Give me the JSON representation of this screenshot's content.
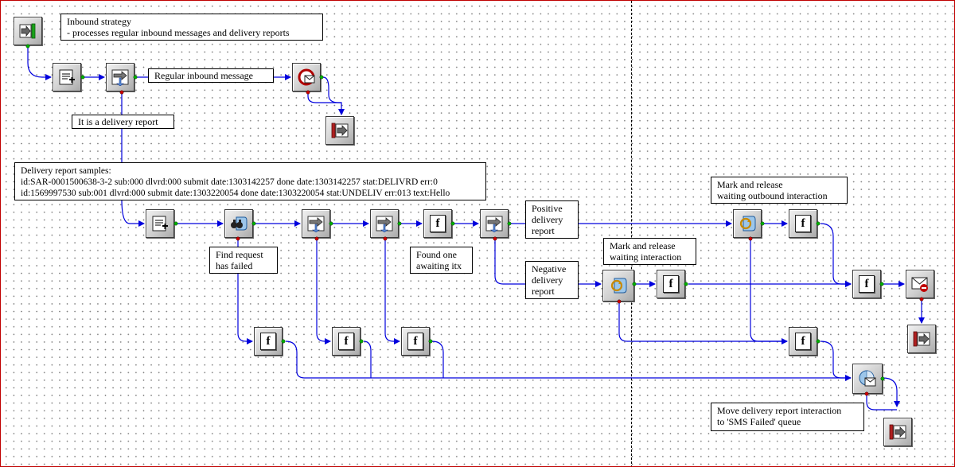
{
  "notes": {
    "strategy_title": "Inbound strategy",
    "strategy_desc": "- processes regular inbound messages and delivery reports",
    "regular_inbound": "Regular inbound message",
    "is_delivery_report": "It is a delivery report",
    "samples_heading": "Delivery report samples:",
    "samples_line1": "id:SAR-0001500638-3-2 sub:000 dlvrd:000 submit date:1303142257 done date:1303142257 stat:DELIVRD err:0",
    "samples_line2": "id:1569997530 sub:001 dlvrd:000 submit date:1303220054 done date:1303220054 stat:UNDELIV err:013 text:Hello",
    "find_failed_1": "Find request",
    "find_failed_2": "has failed",
    "found_one_1": "Found one",
    "found_one_2": "awaiting itx",
    "positive_1": "Positive",
    "positive_2": "delivery",
    "positive_3": "report",
    "negative_1": "Negative",
    "negative_2": "delivery",
    "negative_3": "report",
    "mark_release_1": "Mark and release",
    "mark_release_2": "waiting interaction",
    "mark_release_out_1": "Mark and release",
    "mark_release_out_2": "waiting outbound interaction",
    "move_report_1": "Move delivery report interaction",
    "move_report_2": "to 'SMS Failed' queue"
  },
  "function_block_label": "f",
  "icons": {
    "entry": "entry-arrow-icon",
    "attach_data": "attach-data-icon",
    "branch": "branch-arrow-icon",
    "route_message": "route-message-icon",
    "exit": "exit-arrow-icon",
    "find_interaction": "binoculars-icon",
    "function": "function-icon",
    "mark_release": "mark-release-icon",
    "stop_message": "stop-message-icon",
    "queue_message": "queue-message-icon"
  },
  "colors": {
    "wire": "#0000dd",
    "port_green": "#00b000",
    "port_red": "#cc0000",
    "border": "#c00000"
  }
}
